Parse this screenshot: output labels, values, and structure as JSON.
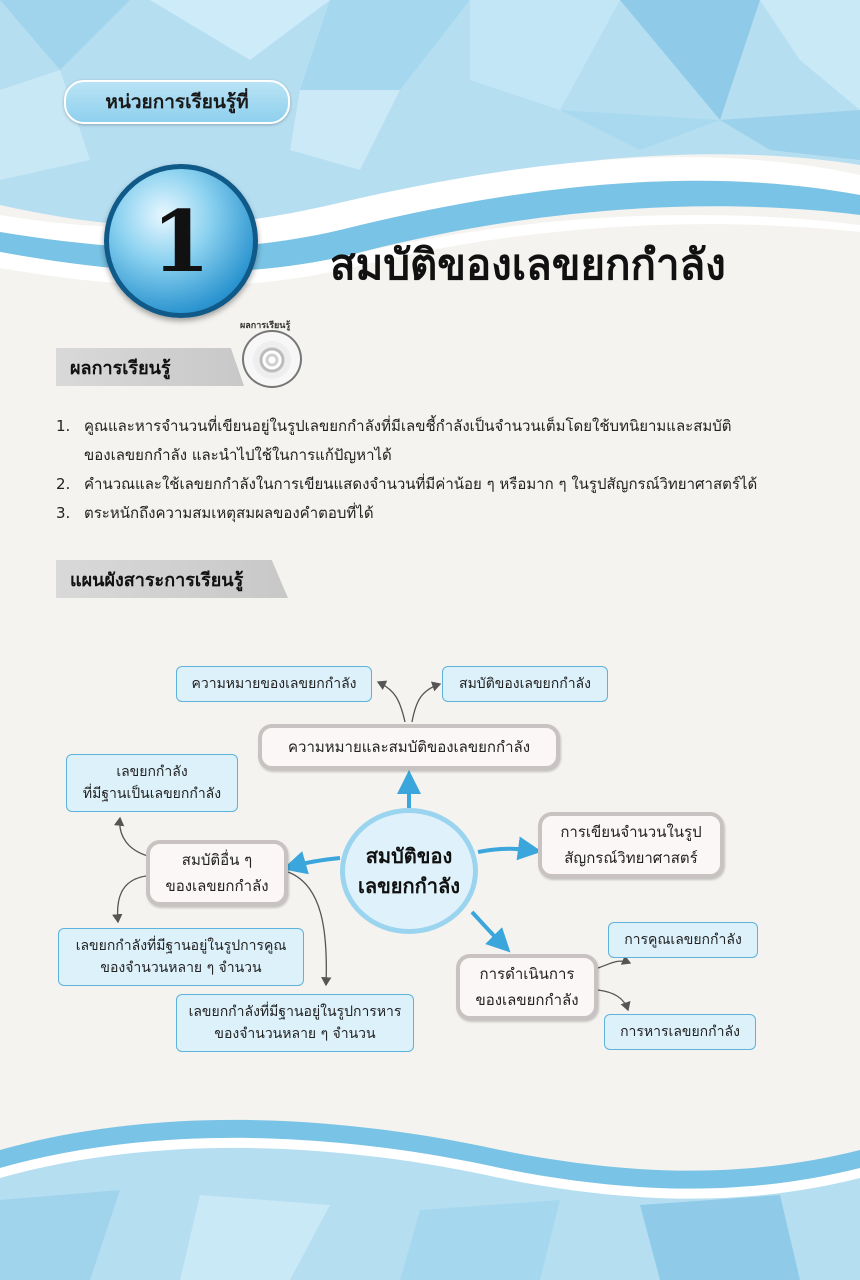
{
  "unit_label": "หน่วยการเรียนรู้ที่",
  "unit_number": "1",
  "chapter_title": "สมบัติของเลขยกกำลัง",
  "learning_outcomes": {
    "heading": "ผลการเรียนรู้",
    "badge_text": "ผลการเรียนรู้",
    "items": [
      {
        "num": "1.",
        "text": "คูณและหารจำนวนที่เขียนอยู่ในรูปเลขยกกำลังที่มีเลขชี้กำลังเป็นจำนวนเต็มโดยใช้บทนิยามและสมบัติ",
        "text2": "ของเลขยกกำลัง และนำไปใช้ในการแก้ปัญหาได้"
      },
      {
        "num": "2.",
        "text": "คำนวณและใช้เลขยกกำลังในการเขียนแสดงจำนวนที่มีค่าน้อย ๆ หรือมาก ๆ ในรูปสัญกรณ์วิทยาศาสตร์ได้"
      },
      {
        "num": "3.",
        "text": "ตระหนักถึงความสมเหตุสมผลของคำตอบที่ได้"
      }
    ]
  },
  "concept_map": {
    "heading": "แผนผังสาระการเรียนรู้",
    "center_line1": "สมบัติของ",
    "center_line2": "เลขยกกำลัง",
    "meaning_props": "ความหมายและสมบัติของเลขยกกำลัง",
    "meaning": "ความหมายของเลขยกกำลัง",
    "props": "สมบัติของเลขยกกำลัง",
    "sci_line1": "การเขียนจำนวนในรูป",
    "sci_line2": "สัญกรณ์วิทยาศาสตร์",
    "other_line1": "สมบัติอื่น ๆ",
    "other_line2": "ของเลขยกกำลัง",
    "power_of_power_line1": "เลขยกกำลัง",
    "power_of_power_line2": "ที่มีฐานเป็นเลขยกกำลัง",
    "product_line1": "เลขยกกำลังที่มีฐานอยู่ในรูปการคูณ",
    "product_line2": "ของจำนวนหลาย ๆ จำนวน",
    "quotient_line1": "เลขยกกำลังที่มีฐานอยู่ในรูปการหาร",
    "quotient_line2": "ของจำนวนหลาย ๆ จำนวน",
    "ops_line1": "การดำเนินการ",
    "ops_line2": "ของเลขยกกำลัง",
    "mult": "การคูณเลขยกกำลัง",
    "div": "การหารเลขยกกำลัง"
  },
  "colors": {
    "accent_blue": "#2b94cf",
    "light_blue": "#ddf1fb",
    "border_blue": "#5db3dc",
    "gray_box": "#c9c2c2"
  }
}
